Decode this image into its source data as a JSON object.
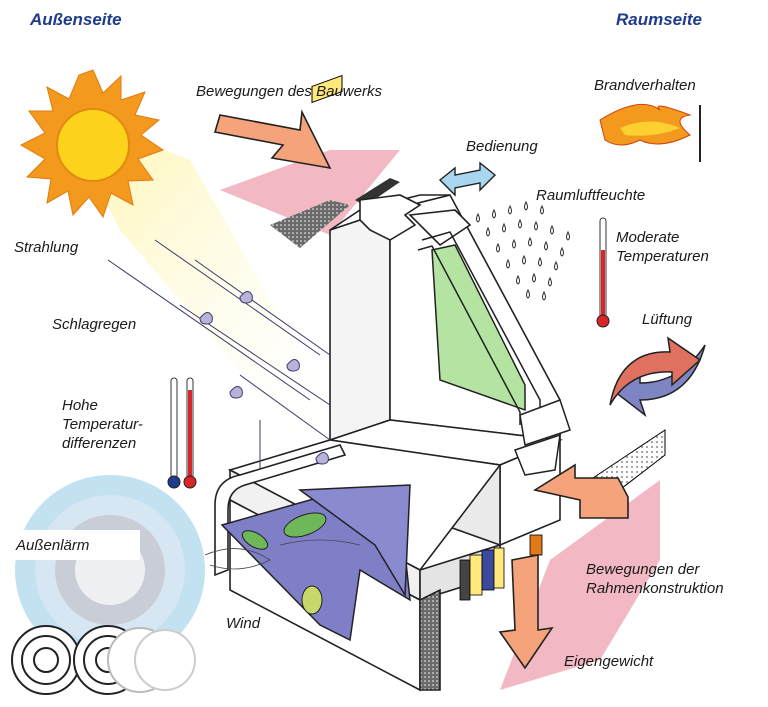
{
  "headers": {
    "outside": "Außenseite",
    "room": "Raumseite"
  },
  "labels": {
    "bauwerk": "Bewegungen des Bauwerks",
    "brand": "Brandverhalten",
    "bedienung": "Bedienung",
    "raumluft": "Raumluftfeuchte",
    "moderate_line1": "Moderate",
    "moderate_line2": "Temperaturen",
    "strahlung": "Strahlung",
    "schlagregen": "Schlagregen",
    "lueftung": "Lüftung",
    "hohe_line1": "Hohe",
    "hohe_line2": "Temperatur-",
    "hohe_line3": "differenzen",
    "aussenlaerm": "Außenlärm",
    "rahmen_line1": "Bewegungen der",
    "rahmen_line2": "Rahmenkonstruktion",
    "wind": "Wind",
    "eigengewicht": "Eigengewicht"
  },
  "colors": {
    "header": "#1f3b8c",
    "arrow_orange": "#f4a37a",
    "arrow_blue": "#a9d6ef",
    "sun": "#f39a1e",
    "sun_core": "#fdd21c",
    "wall_pink": "#f2b8c4",
    "glass_green": "#b5e3a1",
    "wind_purple": "#7f7fc8",
    "lueftung_red": "#e07060",
    "lueftung_blue": "#7d86c2",
    "thermo_red": "#d8242a",
    "thermo_blue": "#1f3b8c"
  }
}
